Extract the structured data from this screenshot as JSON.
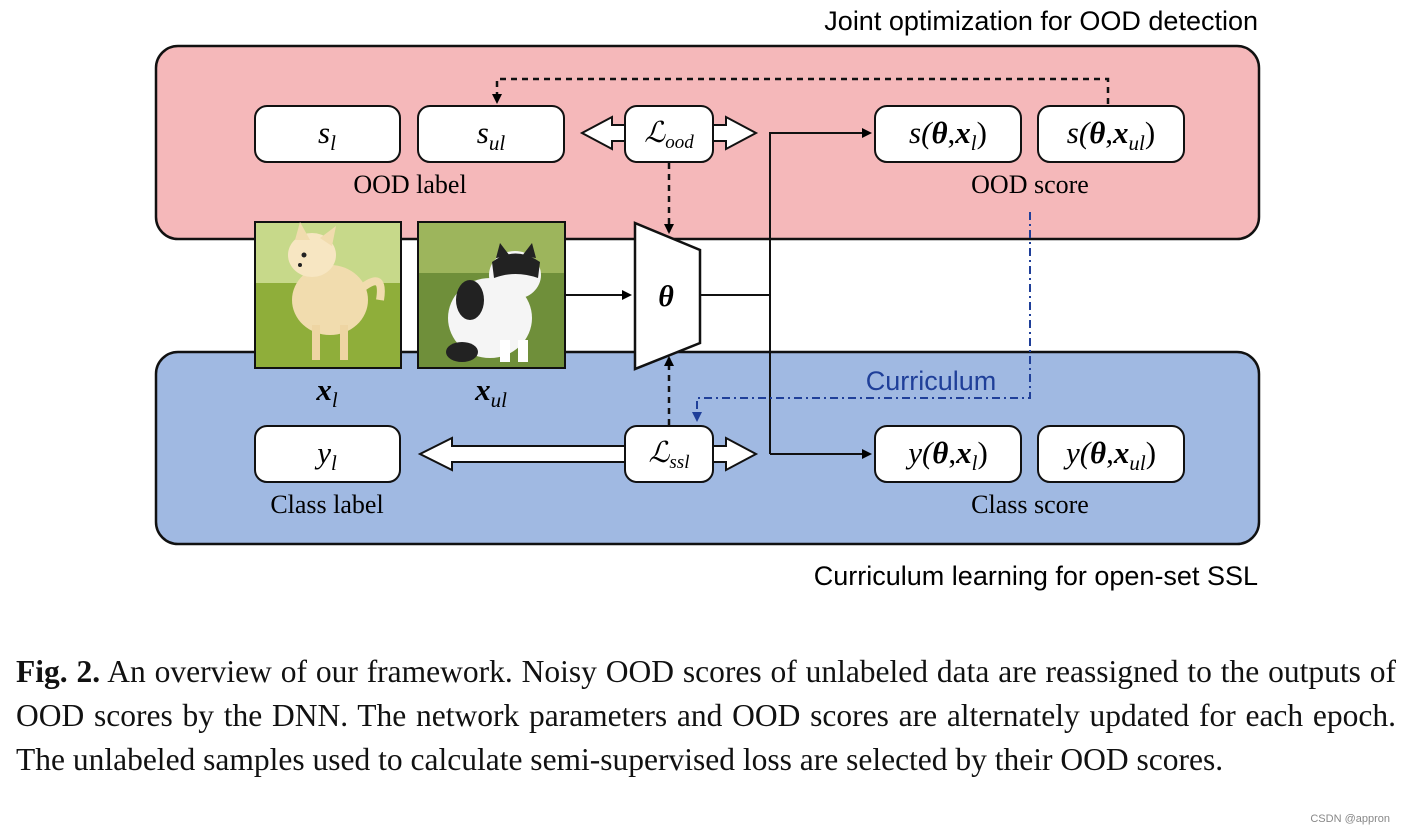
{
  "figure": {
    "top_panel_title": "Joint optimization for OOD detection",
    "bottom_panel_title": "Curriculum learning for open-set SSL",
    "ood_label_caption": "OOD label",
    "ood_score_caption": "OOD score",
    "class_label_caption": "Class label",
    "class_score_caption": "Class score",
    "curriculum_label": "Curriculum",
    "box_s_l": {
      "main": "s",
      "sub": "l"
    },
    "box_s_ul": {
      "main": "s",
      "sub": "ul"
    },
    "box_l_ood": {
      "main": "ℒ",
      "sub": "ood"
    },
    "box_s_theta_xl": {
      "pre": "s(",
      "theta": "θ",
      "comma": ",",
      "x": "x",
      "sub": "l",
      "post": ")"
    },
    "box_s_theta_xul": {
      "pre": "s(",
      "theta": "θ",
      "comma": ",",
      "x": "x",
      "sub": "ul",
      "post": ")"
    },
    "box_y_l": {
      "main": "y",
      "sub": "l"
    },
    "box_l_ssl": {
      "main": "ℒ",
      "sub": "ssl"
    },
    "box_y_theta_xl": {
      "pre": "y(",
      "theta": "θ",
      "comma": ",",
      "x": "x",
      "sub": "l",
      "post": ")"
    },
    "box_y_theta_xul": {
      "pre": "y(",
      "theta": "θ",
      "comma": ",",
      "x": "x",
      "sub": "ul",
      "post": ")"
    },
    "network_symbol": "θ",
    "image_xl_label": {
      "main": "x",
      "sub": "l"
    },
    "image_xul_label": {
      "main": "x",
      "sub": "ul"
    }
  },
  "caption": {
    "label": "Fig. 2.",
    "text": "An overview of our framework. Noisy OOD scores of unlabeled data are reassigned to the outputs of OOD scores by the DNN. The network parameters and OOD scores are alternately updated for each epoch. The unlabeled samples used to calculate semi-supervised loss are selected by their OOD scores."
  },
  "watermark": "CSDN @appron",
  "colors": {
    "top_panel": "#f5b8ba",
    "bottom_panel": "#a0b9e2",
    "curriculum_blue": "#1f3f99"
  }
}
